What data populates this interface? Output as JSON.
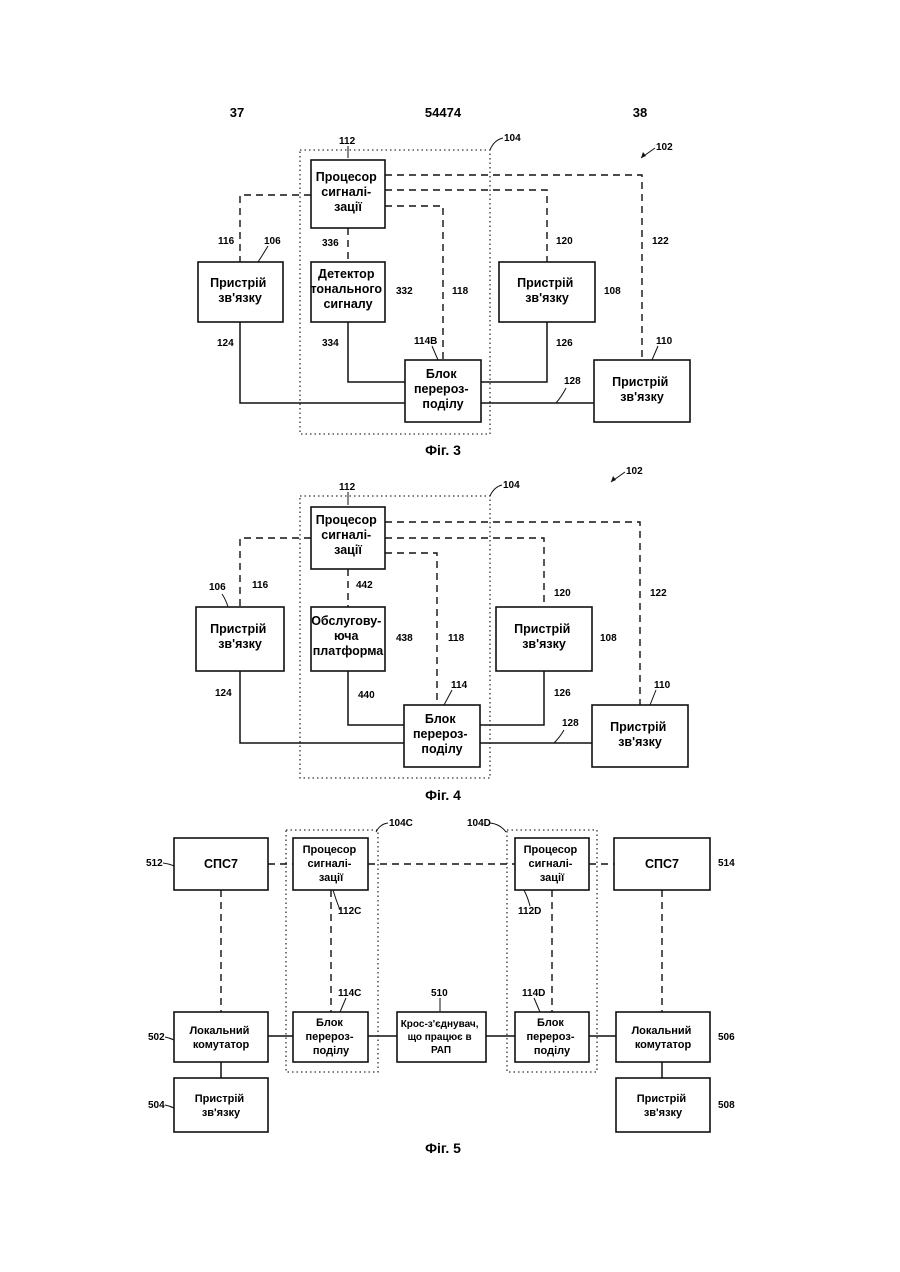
{
  "header": {
    "left_page": "37",
    "doc_number": "54474",
    "right_page": "38"
  },
  "fig3": {
    "caption": "Фіг. 3",
    "blocks": {
      "processor": [
        "Процесор",
        "сигналі-",
        "зації"
      ],
      "device_left": [
        "Пристрій",
        "зв'язку"
      ],
      "detector": [
        "Детектор",
        "тонального",
        "сигналу"
      ],
      "device_mid": [
        "Пристрій",
        "зв'язку"
      ],
      "redist": [
        "Блок",
        "перероз-",
        "поділу"
      ],
      "device_right": [
        "Пристрій",
        "зв'язку"
      ]
    },
    "refs": {
      "r112": "112",
      "r104": "104",
      "r102": "102",
      "r116": "116",
      "r106": "106",
      "r336": "336",
      "r332": "332",
      "r118": "118",
      "r120": "120",
      "r108": "108",
      "r122": "122",
      "r124": "124",
      "r334": "334",
      "r114b": "114B",
      "r126": "126",
      "r110": "110",
      "r128": "128"
    }
  },
  "fig4": {
    "caption": "Фіг. 4",
    "blocks": {
      "processor": [
        "Процесор",
        "сигналі-",
        "зації"
      ],
      "device_left": [
        "Пристрій",
        "зв'язку"
      ],
      "service": [
        "Обслугову-",
        "юча",
        "платформа"
      ],
      "device_mid": [
        "Пристрій",
        "зв'язку"
      ],
      "redist": [
        "Блок",
        "перероз-",
        "поділу"
      ],
      "device_right": [
        "Пристрій",
        "зв'язку"
      ]
    },
    "refs": {
      "r112": "112",
      "r104": "104",
      "r102": "102",
      "r106": "106",
      "r116": "116",
      "r442": "442",
      "r438": "438",
      "r118": "118",
      "r120": "120",
      "r108": "108",
      "r122": "122",
      "r124": "124",
      "r440": "440",
      "r114": "114",
      "r126": "126",
      "r110": "110",
      "r128": "128"
    }
  },
  "fig5": {
    "caption": "Фіг. 5",
    "blocks": {
      "ss7_left": [
        "СПС7"
      ],
      "proc_c": [
        "Процесор",
        "сигналі-",
        "зації"
      ],
      "proc_d": [
        "Процесор",
        "сигналі-",
        "зації"
      ],
      "ss7_right": [
        "СПС7"
      ],
      "switch_left": [
        "Локальний",
        "комутатор"
      ],
      "redist_c": [
        "Блок",
        "перероз-",
        "поділу"
      ],
      "cross": [
        "Крос-з'єднувач,",
        "що працює в",
        "РАП"
      ],
      "redist_d": [
        "Блок",
        "перероз-",
        "поділу"
      ],
      "switch_right": [
        "Локальний",
        "комутатор"
      ],
      "device_left": [
        "Пристрій",
        "зв'язку"
      ],
      "device_right": [
        "Пристрій",
        "зв'язку"
      ]
    },
    "refs": {
      "r104c": "104C",
      "r104d": "104D",
      "r512": "512",
      "r514": "514",
      "r112c": "112C",
      "r112d": "112D",
      "r114c": "114C",
      "r510": "510",
      "r114d": "114D",
      "r502": "502",
      "r506": "506",
      "r504": "504",
      "r508": "508"
    }
  }
}
